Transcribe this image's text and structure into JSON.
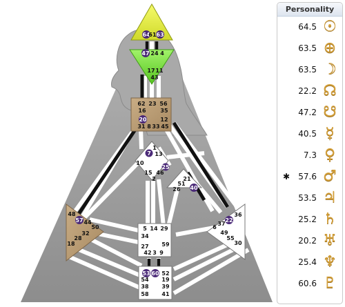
{
  "bodygraph": {
    "centers": {
      "head": {
        "gates": [
          "64",
          "61",
          "63"
        ],
        "defined": true,
        "color": "#e6ee3a"
      },
      "ajna": {
        "gates": [
          "47",
          "24",
          "4",
          "17",
          "11",
          "43"
        ],
        "defined": true,
        "color": "#7be03a"
      },
      "throat": {
        "gates": [
          "62",
          "23",
          "56",
          "16",
          "35",
          "20",
          "12",
          "31",
          "8",
          "33",
          "45"
        ],
        "defined": true,
        "color": "#b99a72"
      },
      "g": {
        "gates": [
          "7",
          "1",
          "13",
          "10",
          "25",
          "15",
          "46",
          "2"
        ]
      },
      "ego": {
        "gates": [
          "21",
          "51",
          "26",
          "40"
        ]
      },
      "spleen": {
        "gates": [
          "48",
          "57",
          "44",
          "50",
          "32",
          "28",
          "18"
        ],
        "defined": true,
        "color": "#b99a72"
      },
      "sacral": {
        "gates": [
          "5",
          "14",
          "29",
          "34",
          "27",
          "59",
          "42",
          "3",
          "9"
        ]
      },
      "solar_plexus": {
        "gates": [
          "36",
          "6",
          "37",
          "22",
          "49",
          "55",
          "30"
        ]
      },
      "root": {
        "gates": [
          "53",
          "60",
          "52",
          "54",
          "19",
          "38",
          "39",
          "58",
          "41"
        ]
      }
    },
    "activated_gates": [
      "64",
      "63",
      "47",
      "20",
      "7",
      "25",
      "40",
      "57",
      "53",
      "60",
      "22"
    ]
  },
  "personality": {
    "title": "Personality",
    "rows": [
      {
        "value": "64.5",
        "icon": "sun-icon",
        "glyph": "☉",
        "marker": ""
      },
      {
        "value": "63.5",
        "icon": "earth-icon",
        "glyph": "⊕",
        "marker": ""
      },
      {
        "value": "63.5",
        "icon": "moon-icon",
        "glyph": "☽",
        "marker": ""
      },
      {
        "value": "22.2",
        "icon": "north-node-icon",
        "glyph": "☊",
        "marker": ""
      },
      {
        "value": "47.2",
        "icon": "south-node-icon",
        "glyph": "☋",
        "marker": ""
      },
      {
        "value": "40.5",
        "icon": "mercury-icon",
        "glyph": "☿",
        "marker": ""
      },
      {
        "value": "7.3",
        "icon": "venus-icon",
        "glyph": "♀",
        "marker": ""
      },
      {
        "value": "57.6",
        "icon": "mars-icon",
        "glyph": "♂",
        "marker": "✱"
      },
      {
        "value": "53.5",
        "icon": "jupiter-icon",
        "glyph": "♃",
        "marker": ""
      },
      {
        "value": "25.2",
        "icon": "saturn-icon",
        "glyph": "♄",
        "marker": ""
      },
      {
        "value": "20.2",
        "icon": "uranus-icon",
        "glyph": "♅",
        "marker": ""
      },
      {
        "value": "25.4",
        "icon": "neptune-icon",
        "glyph": "♆",
        "marker": ""
      },
      {
        "value": "60.6",
        "icon": "pluto-icon",
        "glyph": "♇",
        "marker": ""
      }
    ]
  }
}
